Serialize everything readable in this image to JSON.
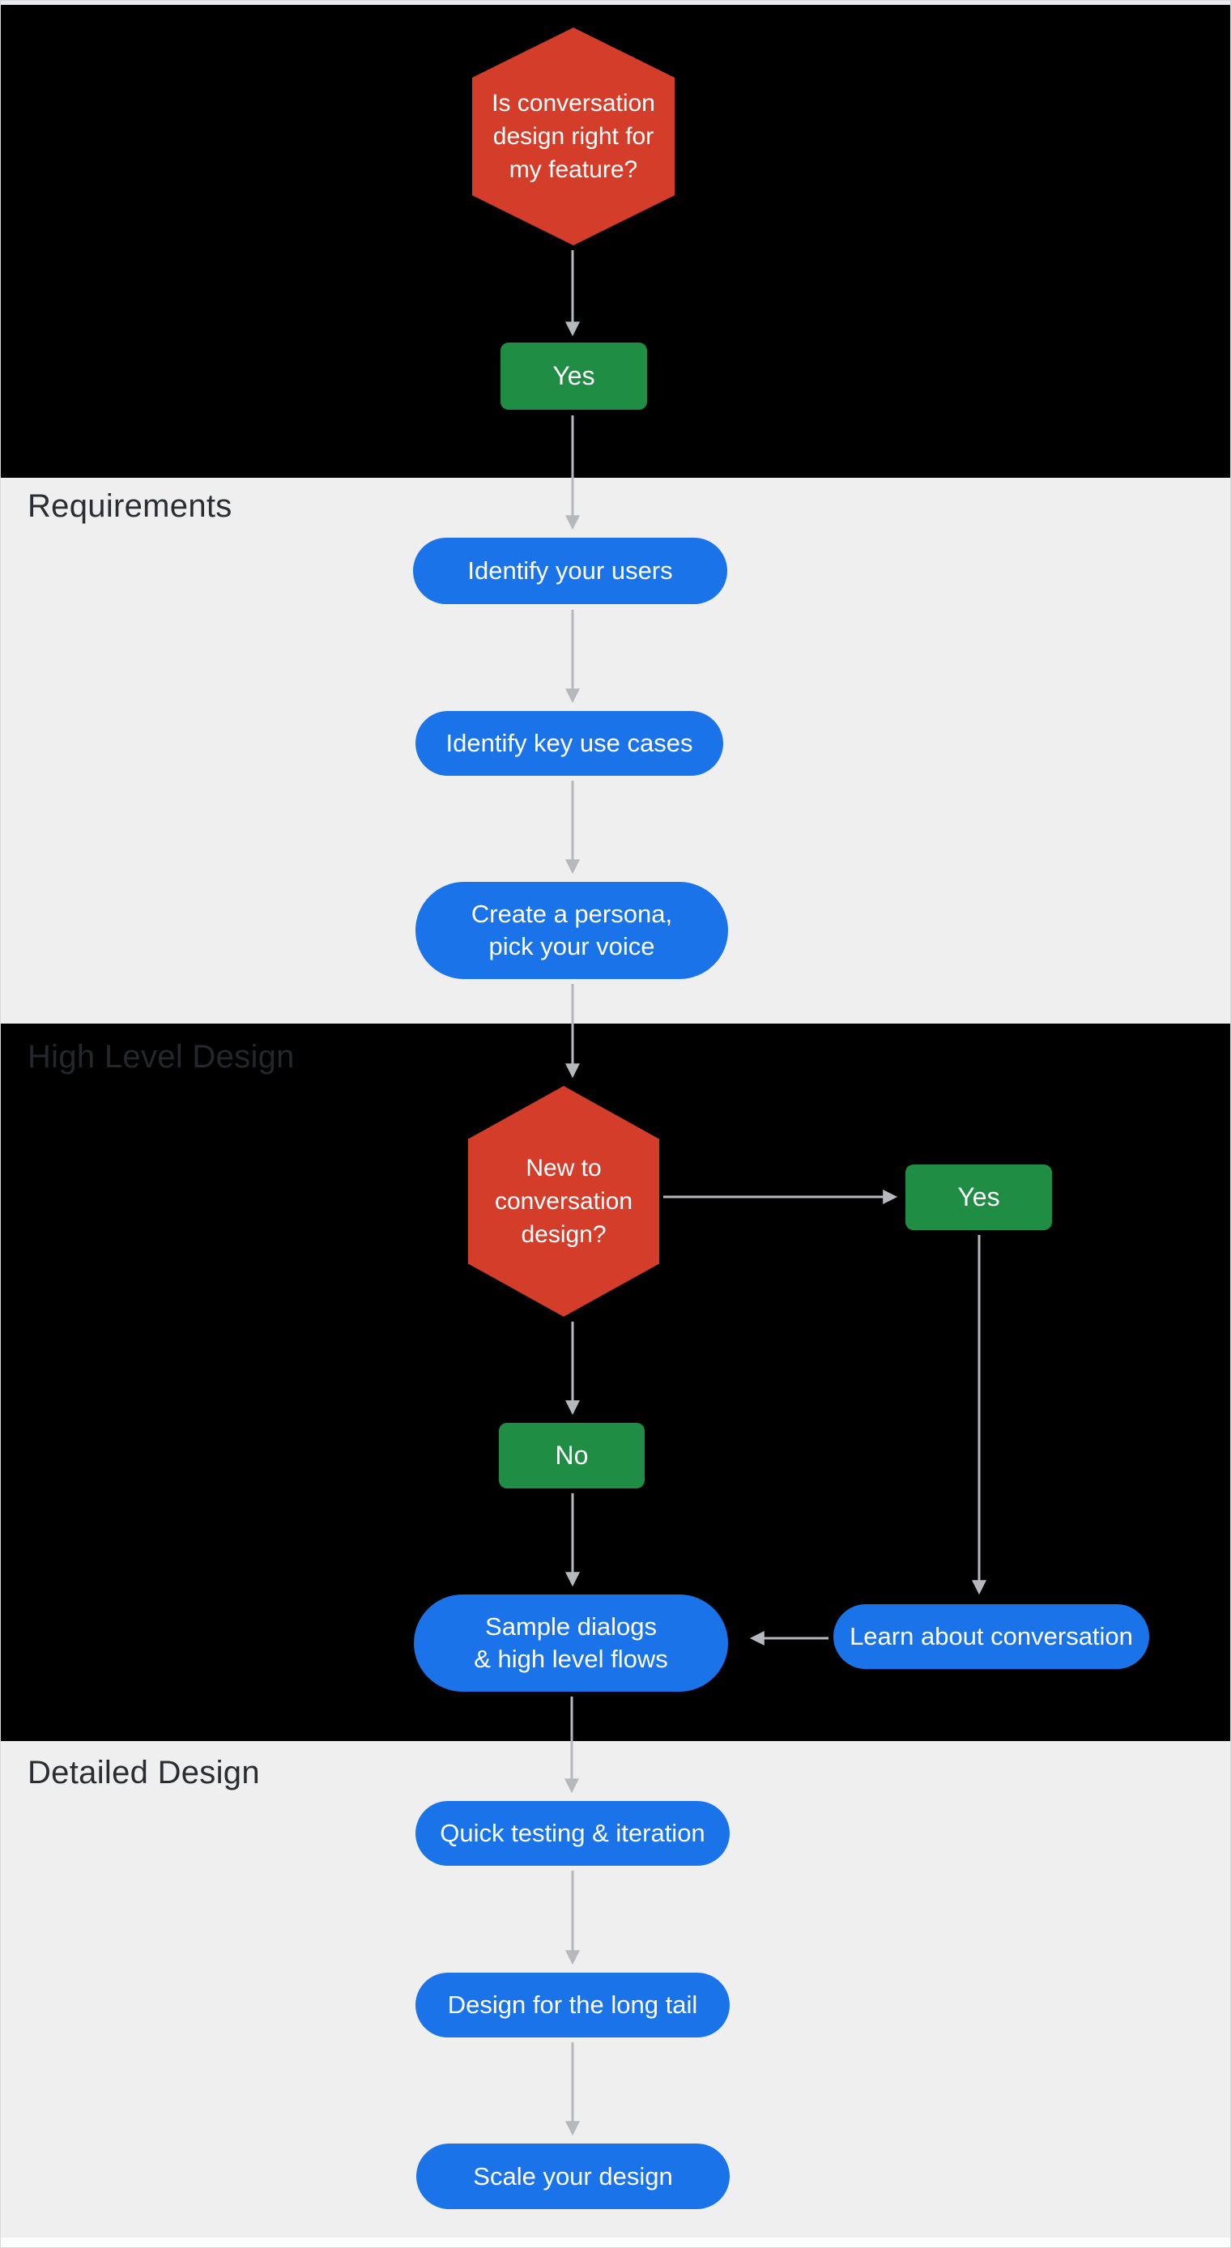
{
  "palette": {
    "red": "#d53d2b",
    "green": "#1f8e44",
    "blue": "#1a73e8",
    "graybg": "#efeff0",
    "arrow": "#b5b8bc",
    "labellight": "#2a2d32",
    "labeldark": "#24272b"
  },
  "sections": {
    "requirements": {
      "label": "Requirements"
    },
    "high_level_design": {
      "label": "High Level Design"
    },
    "detailed_design": {
      "label": "Detailed Design"
    }
  },
  "nodes": {
    "decision_feature": {
      "lines": [
        "Is conversation",
        "design right for",
        "my feature?"
      ]
    },
    "feature_yes": {
      "label": "Yes"
    },
    "identify_users": {
      "label": "Identify your users"
    },
    "identify_key_use_cases": {
      "label": "Identify key use cases"
    },
    "create_persona": {
      "lines": [
        "Create a persona,",
        "pick your voice"
      ]
    },
    "decision_new_to_cd": {
      "lines": [
        "New to",
        "conversation",
        "design?"
      ]
    },
    "new_yes": {
      "label": "Yes"
    },
    "new_no": {
      "label": "No"
    },
    "sample_dialogs": {
      "lines": [
        "Sample dialogs",
        "& high level flows"
      ]
    },
    "learn_about_conversation": {
      "label": "Learn about conversation"
    },
    "quick_testing": {
      "label": "Quick testing & iteration"
    },
    "design_long_tail": {
      "label": "Design for the long tail"
    },
    "scale_your_design": {
      "label": "Scale your design"
    }
  }
}
